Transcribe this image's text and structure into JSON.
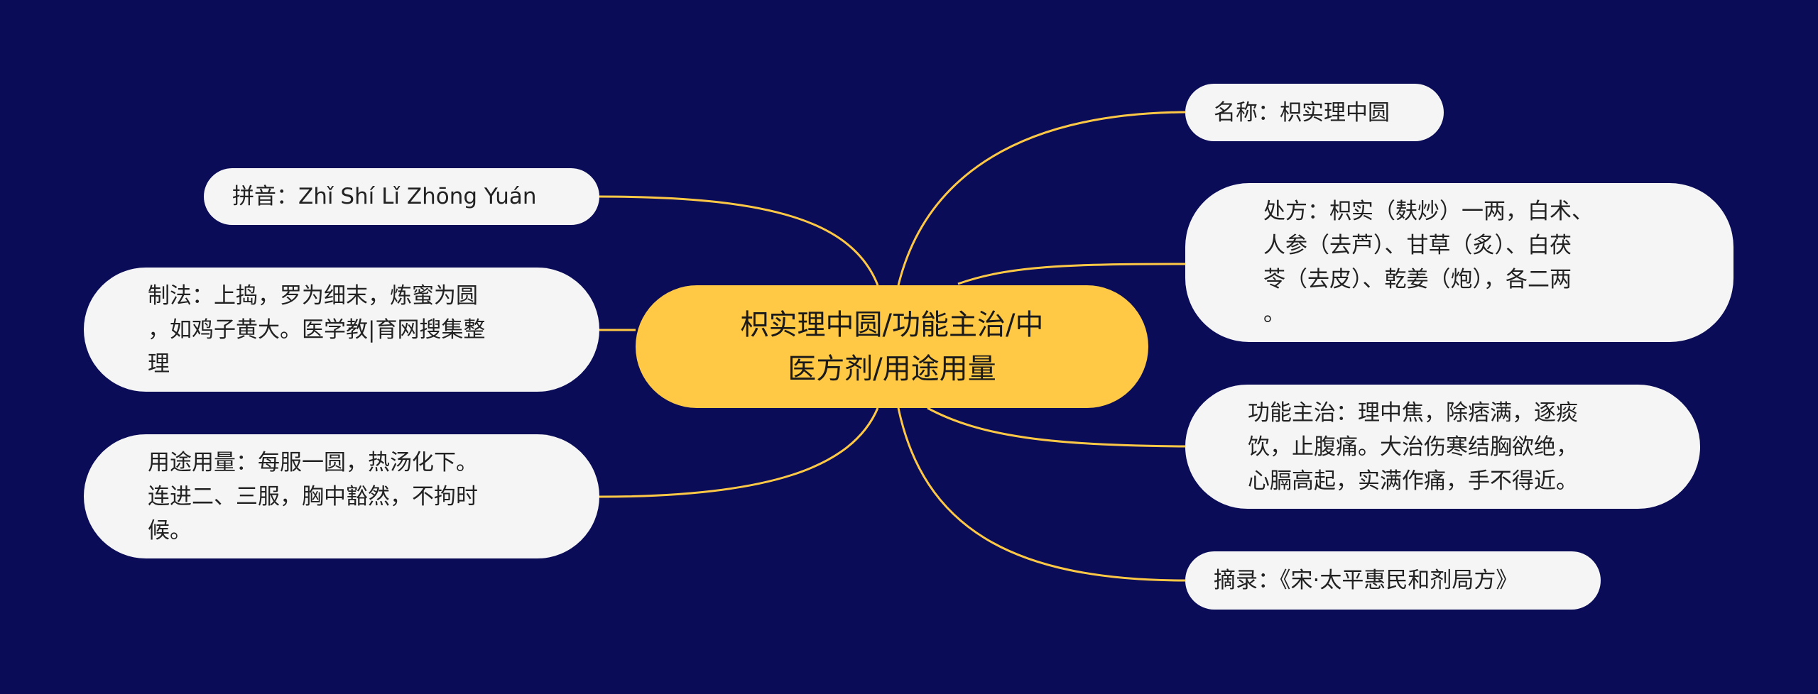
{
  "colors": {
    "background": "#0a0c58",
    "center_node": "#ffc845",
    "branch_line": "#ffc845",
    "leaf_node": "#f5f5f5"
  },
  "center": {
    "lines": [
      "枳实理中圆/功能主治/中",
      "医方剂/用途用量"
    ]
  },
  "right": [
    {
      "lines": [
        "名称：枳实理中圆"
      ]
    },
    {
      "lines": [
        "处方：枳实（麸炒）一两，白术、",
        "人参（去芦）、甘草（炙）、白茯",
        "苓（去皮）、乾姜（炮），各二两",
        "。"
      ]
    },
    {
      "lines": [
        "功能主治：理中焦，除痞满，逐痰",
        "饮，止腹痛。大治伤寒结胸欲绝，",
        "心膈高起，实满作痛，手不得近。"
      ]
    },
    {
      "lines": [
        "摘录：《宋·太平惠民和剂局方》"
      ]
    }
  ],
  "left": [
    {
      "lines": [
        "拼音：Zhǐ Shí Lǐ Zhōng Yuán"
      ]
    },
    {
      "lines": [
        "制法：上捣，罗为细末，炼蜜为圆",
        "，如鸡子黄大。医学教|育网搜集整",
        "理"
      ]
    },
    {
      "lines": [
        "用途用量：每服一圆，热汤化下。",
        "连进二、三服，胸中豁然，不拘时",
        "候。"
      ]
    }
  ]
}
